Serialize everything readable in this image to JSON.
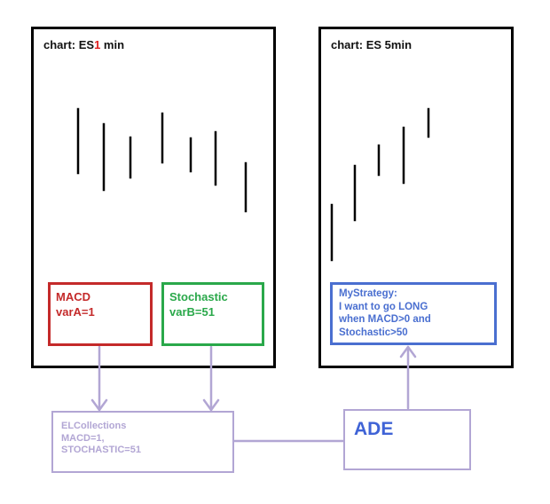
{
  "left_chart": {
    "title_prefix": "chart: ES",
    "title_highlight": "1",
    "title_suffix": " min"
  },
  "right_chart": {
    "title": "chart: ES 5min"
  },
  "macd_box": {
    "line1": "MACD",
    "line2": "varA=1"
  },
  "stochastic_box": {
    "line1": "Stochastic",
    "line2": "varB=51"
  },
  "strategy_box": {
    "line1": "MyStrategy:",
    "line2": "I want to go LONG",
    "line3": "when MACD>0 and",
    "line4": "Stochastic>50"
  },
  "elcollections_box": {
    "line1": "ELCollections",
    "line2": "MACD=1,",
    "line3": "STOCHASTIC=51"
  },
  "ade_box": {
    "label": "ADE"
  },
  "colors": {
    "macd": "#c42a2a",
    "stochastic": "#2aa84a",
    "strategy": "#4a6fd0",
    "connector": "#b2a6d4",
    "ade_text": "#3f63d6",
    "title_highlight": "#e02020"
  }
}
